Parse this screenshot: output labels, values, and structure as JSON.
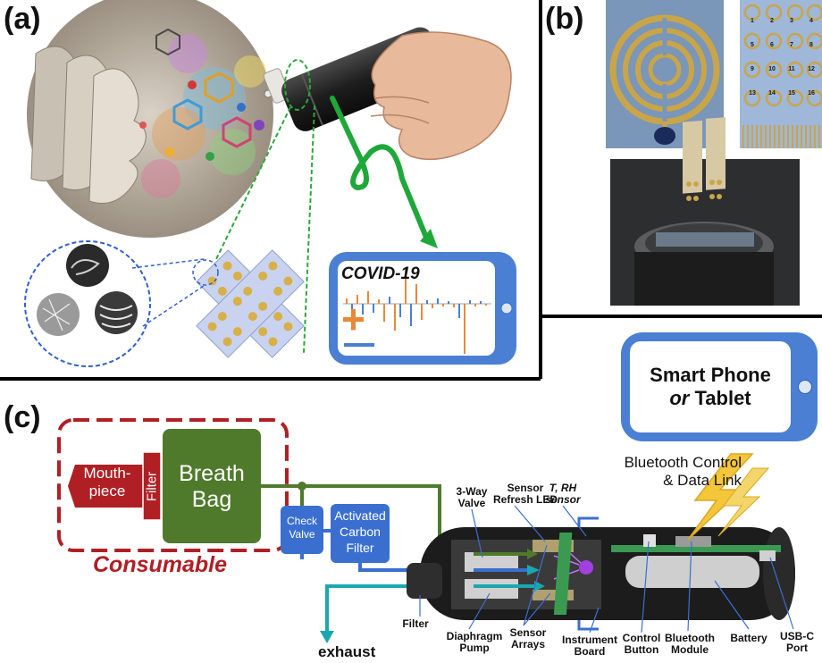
{
  "panels": {
    "a": "(a)",
    "b": "(b)",
    "c": "(c)"
  },
  "panel_a": {
    "phone_screen_title": "COVID-19",
    "plus_sign": "+"
  },
  "panel_b": {
    "array_numbers": [
      "1",
      "2",
      "3",
      "4",
      "5",
      "6",
      "7",
      "8",
      "9",
      "10",
      "11",
      "12",
      "13",
      "14",
      "15",
      "16"
    ]
  },
  "smart_phone": {
    "line1": "Smart Phone",
    "line2_em": "or",
    "line2_rest": " Tablet"
  },
  "panel_c": {
    "consumable_label": "Consumable",
    "mouthpiece": "Mouth-\npiece",
    "filter": "Filter",
    "breath_bag": "Breath\nBag",
    "check_valve": "Check\nValve",
    "carbon_filter": "Activated\nCarbon\nFilter",
    "bluetooth_link": "Bluetooth Control\n& Data Link",
    "exhaust": "exhaust",
    "labels": {
      "three_way_valve": "3-Way\nValve",
      "sensor_refresh_led": "Sensor\nRefresh LED",
      "t_rh_sensor": "T, RH\nsensor",
      "filter": "Filter",
      "diaphragm_pump": "Diaphragm\nPump",
      "sensor_arrays": "Sensor\nArrays",
      "instrument_board": "Instrument\nBoard",
      "control_button": "Control\nButton",
      "bluetooth_module": "Bluetooth\nModule",
      "battery": "Battery",
      "usb_c_port": "USB-C\nPort"
    }
  },
  "colors": {
    "dark_red": "#b01f24",
    "green": "#4f7a2c",
    "blue": "#3a6fd0",
    "teal": "#1aa8b0",
    "dashed_green": "#2aa836",
    "phone_blue": "#4a7fd4"
  }
}
